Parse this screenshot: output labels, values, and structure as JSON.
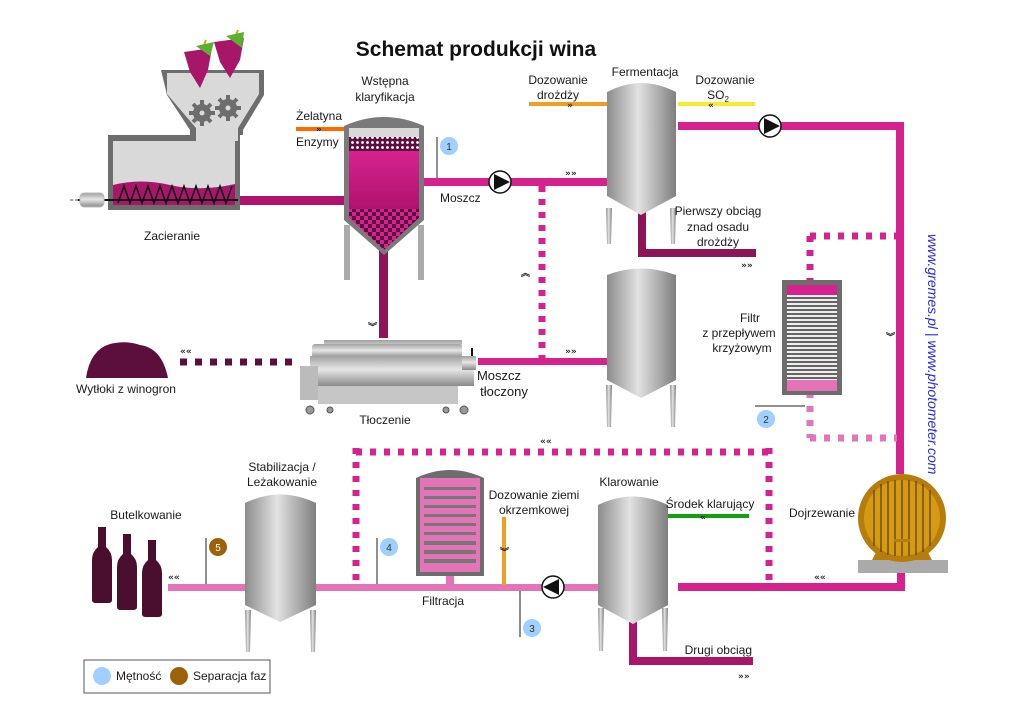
{
  "title": "Schemat produkcji wina",
  "colors": {
    "must_magenta": "#d6228f",
    "dark_purple": "#7a1048",
    "pomace_purple": "#5c0f3c",
    "light_pink": "#e573b8",
    "steel_gray": "#a9a9a9",
    "yeast_orange": "#f0a020",
    "so2_yellow": "#f2ee2a",
    "clarifier_green": "#12a012",
    "diatomite_orange": "#f0a020",
    "turbidity_blue": "#9fd0ff",
    "phase_brown": "#9b6208",
    "barrel_gold": "#d49a12",
    "url_blue": "#2a2ae0"
  },
  "stages": {
    "mashing": "Zacieranie",
    "pre_clarification_line1": "Wstępna",
    "pre_clarification_line2": "klaryfikacja",
    "gelatin": "Żelatyna",
    "enzymes": "Enzymy",
    "must": "Moszcz",
    "yeast_dosing_line1": "Dozowanie",
    "yeast_dosing_line2": "drożdży",
    "fermentation": "Fermentacja",
    "so2_dosing_line1": "Dozowanie",
    "so2_dosing_line2": "SO",
    "so2_sub": "2",
    "first_racking_line1": "Pierwszy obciąg",
    "first_racking_line2": "znad osadu",
    "first_racking_line3": "drożdży",
    "crossflow_line1": "Filtr",
    "crossflow_line2": "z przepływem",
    "crossflow_line3": "krzyżowym",
    "pomace": "Wytłoki z winogron",
    "pressing": "Tłoczenie",
    "pressed_must_line1": "Moszcz",
    "pressed_must_line2": "tłoczony",
    "stabilization_line1": "Stabilizacja /",
    "stabilization_line2": "Leżakowanie",
    "bottling": "Butelkowanie",
    "diatomite_line1": "Dozowanie ziemi",
    "diatomite_line2": "okrzemkowej",
    "filtration": "Filtracja",
    "fining": "Klarowanie",
    "fining_agent": "Środek klarujący",
    "second_racking": "Drugi obciąg",
    "aging": "Dojrzewanie"
  },
  "sensors": [
    {
      "id": "1",
      "type": "turbidity"
    },
    {
      "id": "2",
      "type": "turbidity"
    },
    {
      "id": "3",
      "type": "turbidity"
    },
    {
      "id": "4",
      "type": "turbidity"
    },
    {
      "id": "5",
      "type": "phase_separation"
    }
  ],
  "flow_arrows": {
    "right": "»»",
    "right_small": "»",
    "left": "««",
    "left_small": "«",
    "down": "︾",
    "up": "︽"
  },
  "legend": {
    "turbidity": "Mętność",
    "phase_separation": "Separacja faz"
  },
  "website": "www.gremes.pl | www.photometer.com"
}
